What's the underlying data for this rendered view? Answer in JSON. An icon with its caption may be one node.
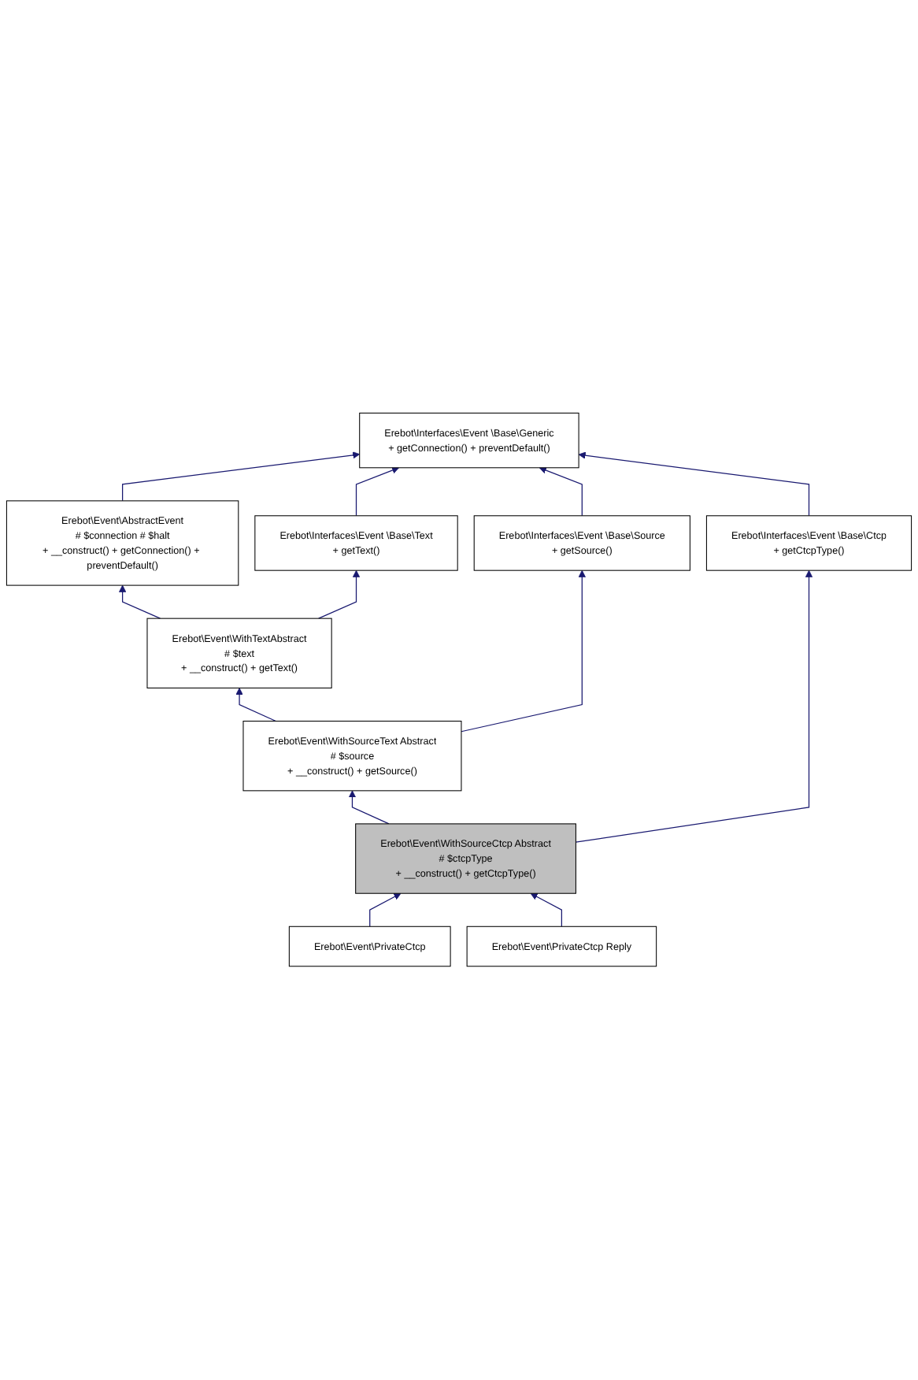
{
  "diagram": {
    "nodes": [
      {
        "text": [
          "Erebot\\Interfaces\\Event \\Base\\Generic",
          "+ getConnection() + preventDefault()"
        ]
      },
      {
        "text": [
          "Erebot\\Event\\AbstractEvent",
          "# $connection # $halt",
          "+ __construct() + getConnection() + preventDefault()"
        ]
      },
      {
        "text": [
          "Erebot\\Interfaces\\Event \\Base\\Text",
          "+ getText()"
        ]
      },
      {
        "text": [
          "Erebot\\Event\\WithTextAbstract",
          "# $text",
          "+ __construct() + getText()"
        ]
      },
      {
        "text": [
          "Erebot\\Interfaces\\Event \\Base\\Source",
          "+ getSource()"
        ]
      },
      {
        "text": [
          "Erebot\\Event\\WithSourceText Abstract",
          "# $source",
          "+ __construct() + getSource()"
        ]
      },
      {
        "text": [
          "Erebot\\Interfaces\\Event \\Base\\Ctcp",
          "+ getCtcpType()"
        ]
      },
      {
        "text": [
          "Erebot\\Event\\WithSourceCtcp Abstract",
          "# $ctcpType",
          "+ __construct() + getCtcpType()"
        ]
      },
      {
        "text": [
          "Erebot\\Event\\PrivateCtcp"
        ]
      },
      {
        "text": [
          "Erebot\\Event\\PrivateCtcp Reply"
        ]
      }
    ],
    "edges": [
      {
        "from": 1,
        "to": 0,
        "arrow": "to"
      },
      {
        "from": 2,
        "to": 0,
        "arrow": "to"
      },
      {
        "from": 4,
        "to": 0,
        "arrow": "to"
      },
      {
        "from": 6,
        "to": 0,
        "arrow": "to"
      },
      {
        "from": 3,
        "to": 1,
        "arrow": "to"
      },
      {
        "from": 3,
        "to": 2,
        "arrow": "to"
      },
      {
        "from": 5,
        "to": 3,
        "arrow": "to"
      },
      {
        "from": 5,
        "to": 4,
        "arrow": "to"
      },
      {
        "from": 7,
        "to": 5,
        "arrow": "to"
      },
      {
        "from": 7,
        "to": 6,
        "arrow": "to"
      },
      {
        "from": 8,
        "to": 7,
        "arrow": "to"
      },
      {
        "from": 9,
        "to": 7,
        "arrow": "to"
      }
    ]
  }
}
